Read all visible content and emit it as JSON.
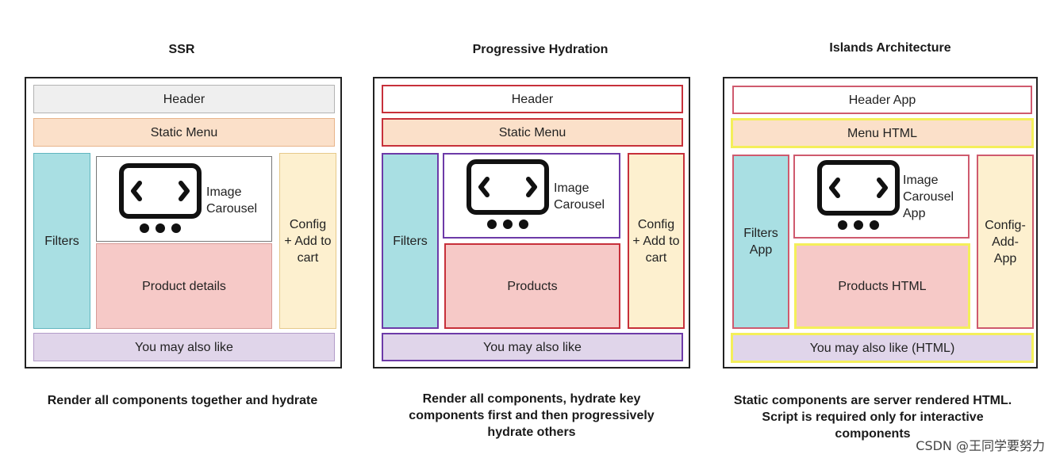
{
  "columns": [
    {
      "title": "SSR",
      "header": "Header",
      "menu": "Static Menu",
      "filters": "Filters",
      "carousel": [
        "Image",
        "Carousel"
      ],
      "config": [
        "Config",
        "+ Add to",
        "cart"
      ],
      "product": "Product details",
      "also": "You may also like",
      "caption": [
        "Render all components together and hydrate"
      ]
    },
    {
      "title": "Progressive Hydration",
      "header": "Header",
      "menu": "Static Menu",
      "filters": "Filters",
      "carousel": [
        "Image",
        "Carousel"
      ],
      "config": [
        "Config",
        "+ Add to",
        "cart"
      ],
      "product": "Products",
      "also": "You may also like",
      "caption": [
        "Render all components, hydrate key",
        "components first and then progressively",
        "hydrate others"
      ]
    },
    {
      "title": "Islands Architecture",
      "header": "Header App",
      "menu": "Menu HTML",
      "filters": [
        "Filters",
        "App"
      ],
      "carousel": [
        "Image",
        "Carousel",
        "App"
      ],
      "config": [
        "Config-",
        "Add-",
        "App"
      ],
      "product": "Products HTML",
      "also": "You may also like (HTML)",
      "caption": [
        "Static components are server rendered HTML.",
        "Script is required only for interactive",
        "components"
      ]
    }
  ],
  "watermark": "CSDN @王同学要努力",
  "icons": {
    "carousel": "image-carousel-icon"
  }
}
